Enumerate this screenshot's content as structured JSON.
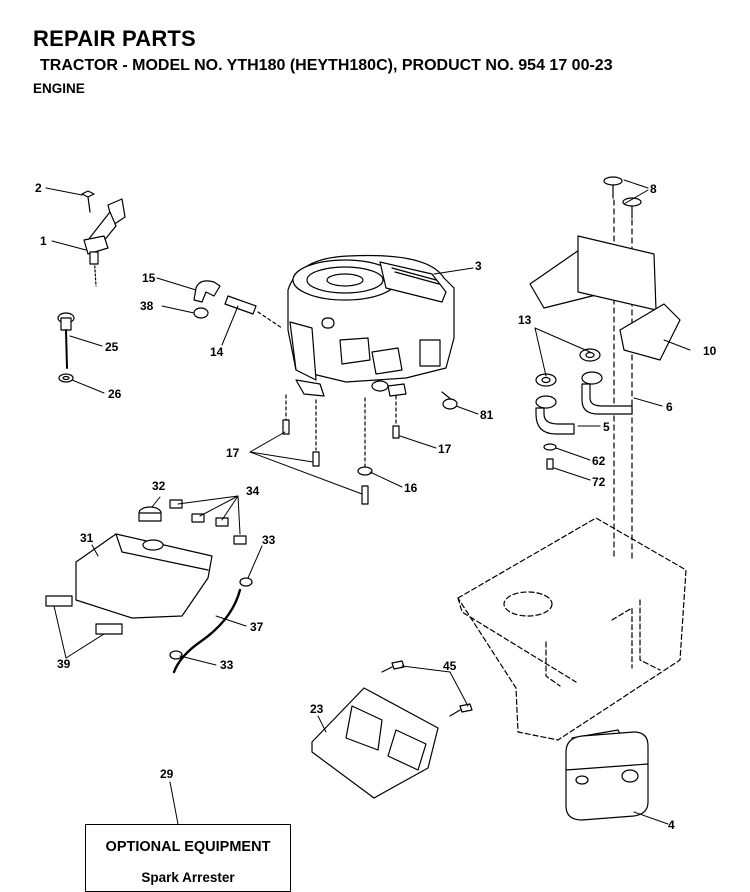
{
  "header": {
    "title": "REPAIR PARTS",
    "subtitle": "TRACTOR - MODEL NO. YTH180 (HEYTH180C),   PRODUCT NO. 954 17 00-23",
    "section": "ENGINE"
  },
  "callouts": {
    "c1": "1",
    "c2": "2",
    "c3": "3",
    "c4": "4",
    "c5": "5",
    "c6": "6",
    "c8": "8",
    "c10": "10",
    "c13": "13",
    "c14": "14",
    "c15": "15",
    "c16": "16",
    "c17a": "17",
    "c17b": "17",
    "c23": "23",
    "c25": "25",
    "c26": "26",
    "c29": "29",
    "c31": "31",
    "c32": "32",
    "c33a": "33",
    "c33b": "33",
    "c34": "34",
    "c37": "37",
    "c38": "38",
    "c39": "39",
    "c45": "45",
    "c62": "62",
    "c72": "72",
    "c81": "81"
  },
  "optional_equipment": {
    "title": "OPTIONAL EQUIPMENT",
    "item": "Spark Arrester"
  }
}
